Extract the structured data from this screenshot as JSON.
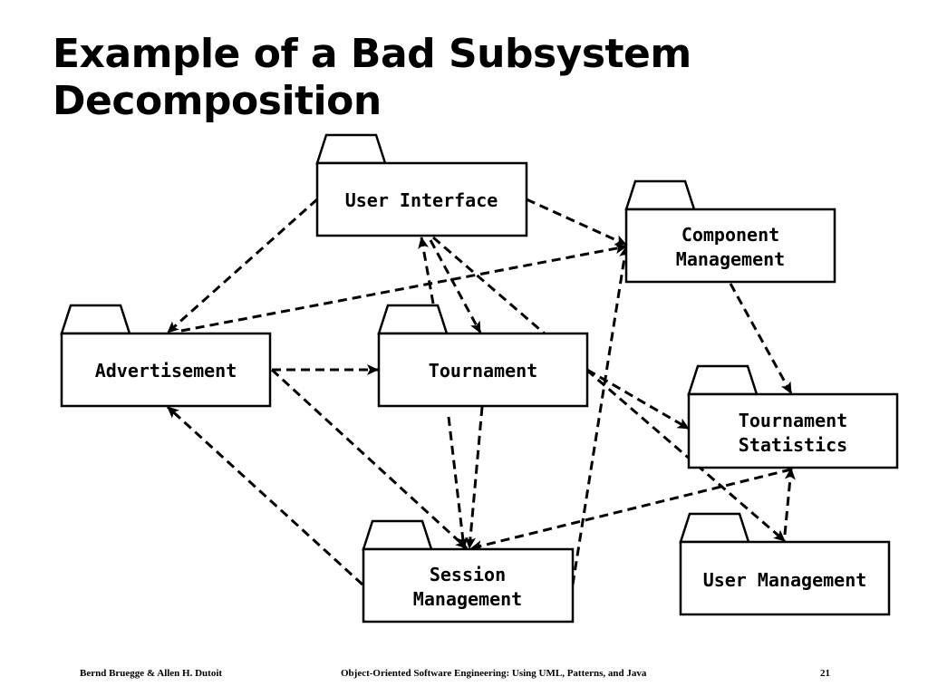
{
  "slide": {
    "title_line1": "Example of a Bad Subsystem",
    "title_line2": "Decomposition"
  },
  "diagram": {
    "packages": {
      "user_interface": [
        "User Interface"
      ],
      "component_management": [
        "Component",
        "Management"
      ],
      "advertisement": [
        "Advertisement"
      ],
      "tournament": [
        "Tournament"
      ],
      "tournament_statistics": [
        "Tournament",
        "Statistics"
      ],
      "session_management": [
        "Session",
        "Management"
      ],
      "user_management": [
        "User Management"
      ]
    }
  },
  "footer": {
    "authors": "Bernd Bruegge & Allen H. Dutoit",
    "book": "Object-Oriented Software Engineering: Using UML, Patterns, and Java",
    "page": "21"
  }
}
